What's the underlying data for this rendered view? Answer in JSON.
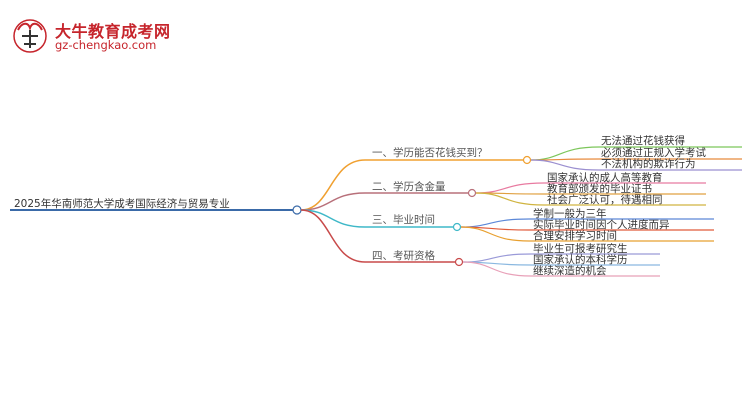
{
  "brand": {
    "name": "大牛教育成考网",
    "url": "gz-chengkao.com",
    "color": "#c6252c"
  },
  "mindmap": {
    "root": "2025年华南师范大学成考国际经济与贸易专业",
    "branches": [
      {
        "label": "一、学历能否花钱买到？",
        "color": "#f0a030",
        "children": [
          {
            "label": "无法通过花钱获得",
            "color": "#7cc65a"
          },
          {
            "label": "必须通过正规入学考试",
            "color": "#e88a3c"
          },
          {
            "label": "不法机构的欺诈行为",
            "color": "#9b8fd0"
          }
        ]
      },
      {
        "label": "二、学历含金量",
        "color": "#b8707a",
        "children": [
          {
            "label": "国家承认的成人高等教育",
            "color": "#e87aa0"
          },
          {
            "label": "教育部颁发的毕业证书",
            "color": "#e0a040"
          },
          {
            "label": "社会广泛认可，待遇相同",
            "color": "#d0b440"
          }
        ]
      },
      {
        "label": "三、毕业时间",
        "color": "#3fb8c8",
        "children": [
          {
            "label": "学制一般为三年",
            "color": "#5c88d8"
          },
          {
            "label": "实际毕业时间因个人进度而异",
            "color": "#e05a3a"
          },
          {
            "label": "合理安排学习时间",
            "color": "#e8a030"
          }
        ]
      },
      {
        "label": "四、考研资格",
        "color": "#c84a4a",
        "children": [
          {
            "label": "毕业生可报考研究生",
            "color": "#9a9ad8"
          },
          {
            "label": "国家承认的本科学历",
            "color": "#8ab8e0"
          },
          {
            "label": "继续深造的机会",
            "color": "#e8a0b8"
          }
        ]
      }
    ]
  }
}
